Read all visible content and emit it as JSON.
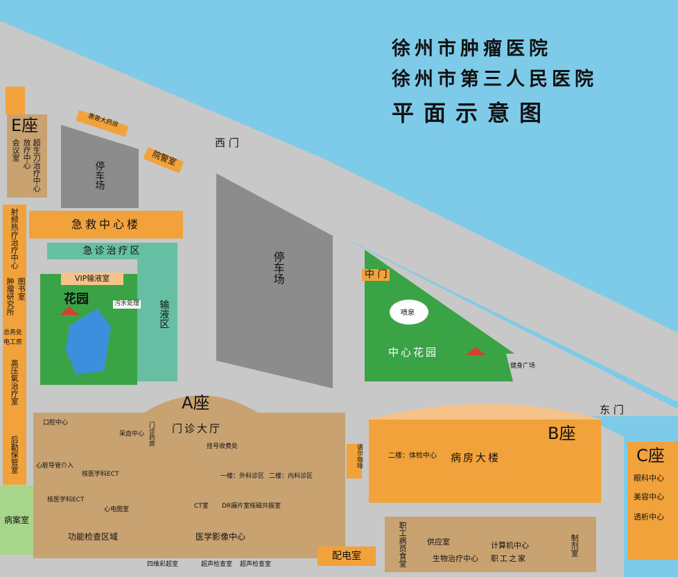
{
  "title": {
    "line1": "徐州市肿瘤医院",
    "line2": "徐州市第三人民医院",
    "line3": "平面示意图"
  },
  "gates": {
    "west": "西 门",
    "middle": "中 门",
    "east": "东 门"
  },
  "buildings": {
    "e_block": {
      "name": "E座",
      "meeting": "会议室",
      "radio": "放疗中心",
      "knife": "超生刀治疗中心",
      "pharmacy": "惠普大药房",
      "guard": "院警室"
    },
    "parking_left": "停车场",
    "parking_center": "停车场",
    "emergency_building": "急救中心楼",
    "emergency_zone": "急诊治疗区",
    "vip_room": "VIP输液室",
    "garden_left": "花园",
    "sewage": "污水处理",
    "infusion": "输液区",
    "left_strip": {
      "rf": "射频热疗治疗中心",
      "library": "图书室",
      "tumor_inst": "肿瘤研究所",
      "general": "总务处",
      "electric": "电工房",
      "oxygen": "高压氧治疗室",
      "logistics": "后勤保管室"
    },
    "records": "病案室",
    "a_block": {
      "name": "A座",
      "hall": "门诊大厅",
      "dental": "口腔中心",
      "blood": "采血中心",
      "triage": "门诊药房",
      "pay": "挂号收费处",
      "cardio": "心脏导管介入",
      "nuclear_ect": "核医学科ECT",
      "surgery": "一楼：外科诊区",
      "internal": "二楼：内科诊区",
      "ect2": "核医学科ECT",
      "ecg": "心电图室",
      "ct": "CT室",
      "dr": "DR摄片室",
      "mri": "核磁共振室",
      "function": "功能检查区域",
      "imaging": "医学影像中心",
      "ultrasound4d": "四维彩超室",
      "ultrasound": "超声检查室",
      "ultrasound2": "超声检查室"
    },
    "cafe": "语尔咖啡",
    "power": "配电室",
    "center_garden": "中心花园",
    "fountain": "喷泉",
    "fitness": "健身广场",
    "b_block": {
      "name": "B座",
      "checkup": "二楼：体检中心",
      "ward": "病房大楼"
    },
    "c_block": {
      "name": "C座",
      "eye": "眼科中心",
      "beauty": "美容中心",
      "dialysis": "透析中心"
    },
    "bottom": {
      "canteen": "职工病员食堂",
      "supply": "供应室",
      "computer": "计算机中心",
      "bio": "生物治疗中心",
      "staff_home": "职工之家",
      "pharmacy_room": "制剂室"
    }
  },
  "colors": {
    "water": "#7ecbe9",
    "road": "#c8c8c8",
    "green": "#3aa345",
    "orange": "#f2a23a",
    "tan": "#c9a272",
    "teal": "#67bfa3"
  }
}
